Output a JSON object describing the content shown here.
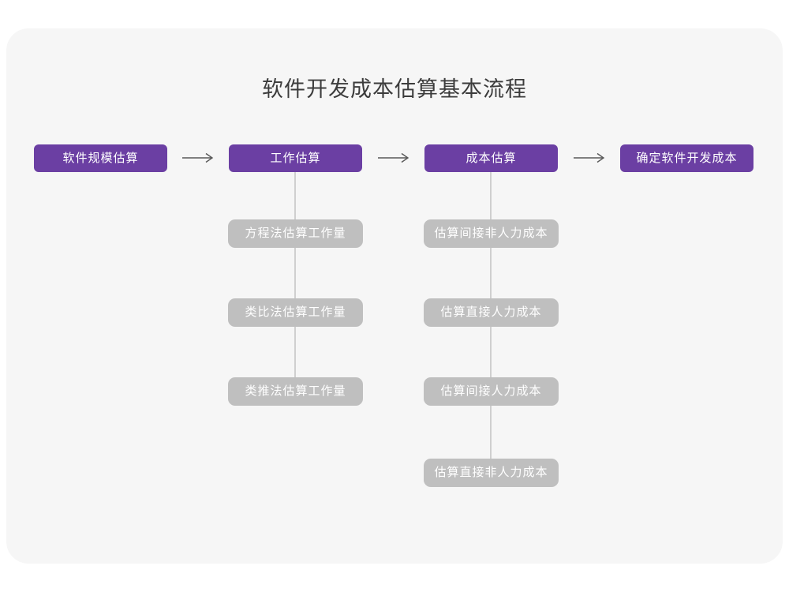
{
  "title": "软件开发成本估算基本流程",
  "colors": {
    "panel_bg": "#F6F6F6",
    "stage_purple": "#6B3FA3",
    "substep_gray": "#BFBFBF",
    "arrow_gray": "#595959",
    "connector_gray": "#CFCFCF",
    "title_text": "#3C3C3C",
    "box_text": "#FFFFFF"
  },
  "flow": {
    "stages": [
      {
        "label": "软件规模估算"
      },
      {
        "label": "工作估算"
      },
      {
        "label": "成本估算"
      },
      {
        "label": "确定软件开发成本"
      }
    ]
  },
  "sub_steps": {
    "work_estimation": [
      "方程法估算工作量",
      "类比法估算工作量",
      "类推法估算工作量"
    ],
    "cost_estimation": [
      "估算间接非人力成本",
      "估算直接人力成本",
      "估算间接人力成本",
      "估算直接非人力成本"
    ]
  }
}
